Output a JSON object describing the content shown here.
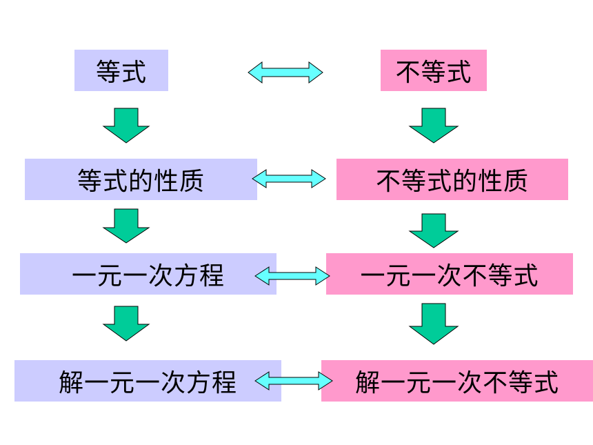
{
  "left_column": [
    {
      "id": "equation",
      "label": "等式"
    },
    {
      "id": "equation-properties",
      "label": "等式的性质"
    },
    {
      "id": "linear-equation",
      "label": "一元一次方程"
    },
    {
      "id": "solve-linear-equation",
      "label": "解一元一次方程"
    }
  ],
  "right_column": [
    {
      "id": "inequality",
      "label": "不等式"
    },
    {
      "id": "inequality-properties",
      "label": "不等式的性质"
    },
    {
      "id": "linear-inequality",
      "label": "一元一次不等式"
    },
    {
      "id": "solve-linear-inequality",
      "label": "解一元一次不等式"
    }
  ],
  "colors": {
    "left_box": "#ccccff",
    "right_box": "#ff99cc",
    "down_arrow_fill": "#00cc99",
    "double_arrow_fill": "#66ffff",
    "arrow_stroke": "#000000"
  }
}
